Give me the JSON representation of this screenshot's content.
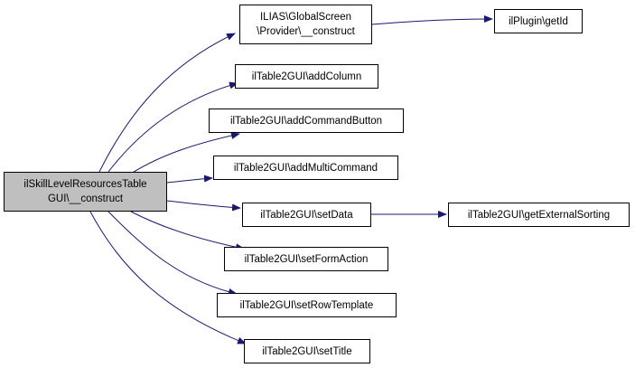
{
  "root": {
    "line1": "ilSkillLevelResourcesTable",
    "line2": "GUI\\__construct"
  },
  "nodes": {
    "provider_construct": {
      "line1": "ILIAS\\GlobalScreen",
      "line2": "\\Provider\\__construct"
    },
    "plugin_getid": "ilPlugin\\getId",
    "add_column": "ilTable2GUI\\addColumn",
    "add_command_button": "ilTable2GUI\\addCommandButton",
    "add_multi_command": "ilTable2GUI\\addMultiCommand",
    "set_data": "ilTable2GUI\\setData",
    "get_external_sorting": "ilTable2GUI\\getExternalSorting",
    "set_form_action": "ilTable2GUI\\setFormAction",
    "set_row_template": "ilTable2GUI\\setRowTemplate",
    "set_title": "ilTable2GUI\\setTitle"
  },
  "colors": {
    "edge": "#191970",
    "root_fill": "#bfbfbf",
    "node_fill": "#ffffff",
    "border": "#000000"
  }
}
